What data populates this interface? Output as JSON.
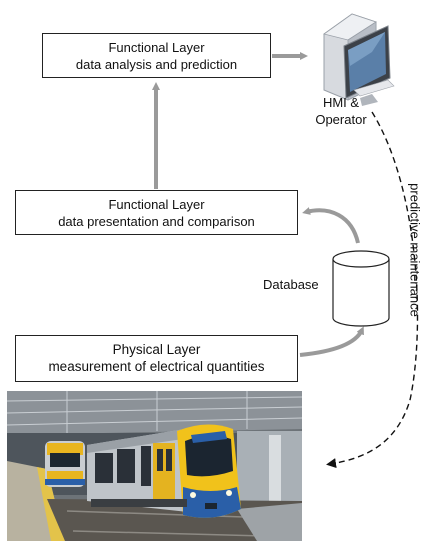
{
  "layers": {
    "analysis": {
      "title": "Functional Layer",
      "subtitle": "data analysis and prediction"
    },
    "presentation": {
      "title": "Functional Layer",
      "subtitle": "data presentation and comparison"
    },
    "physical": {
      "title": "Physical Layer",
      "subtitle": "measurement of electrical quantities"
    }
  },
  "hmi": {
    "line1": "HMI &",
    "line2": "Operator"
  },
  "database": {
    "label": "Database"
  },
  "edge_label": "predictive maintenance",
  "colors": {
    "arrow": "#9a9a9a",
    "box_border": "#222222",
    "dashed": "#111111",
    "train_yellow": "#f1c21b",
    "train_blue": "#2a5fa8"
  },
  "icons": [
    "computer-icon",
    "database-cylinder-icon",
    "train-photo"
  ]
}
